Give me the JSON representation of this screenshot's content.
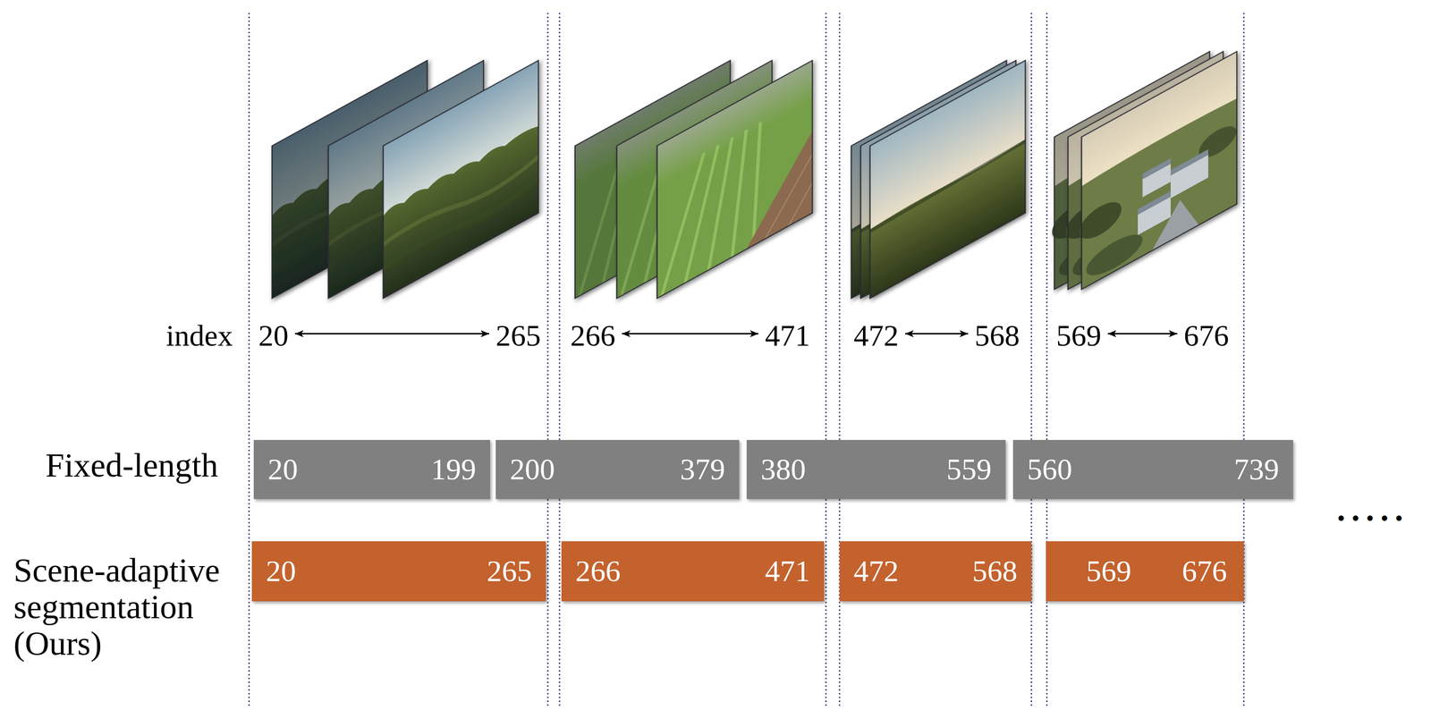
{
  "diagram": {
    "nodes": [
      {
        "text": [
          "20",
          "199"
        ]
      },
      {
        "text": [
          "200",
          "379"
        ]
      },
      {
        "text": [
          "380",
          "559"
        ]
      },
      {
        "text": [
          "560",
          "739"
        ]
      },
      {
        "text": [
          "20",
          "265"
        ]
      },
      {
        "text": [
          "266",
          "471"
        ]
      },
      {
        "text": [
          "472",
          "568"
        ]
      },
      {
        "text": [
          "569",
          "676"
        ]
      }
    ],
    "labels": [
      "index",
      "20",
      "265",
      "266",
      "471",
      "472",
      "568",
      "569",
      "676",
      "Fixed-length",
      "Scene-adaptive segmentation (Ours)",
      "•••••"
    ]
  }
}
